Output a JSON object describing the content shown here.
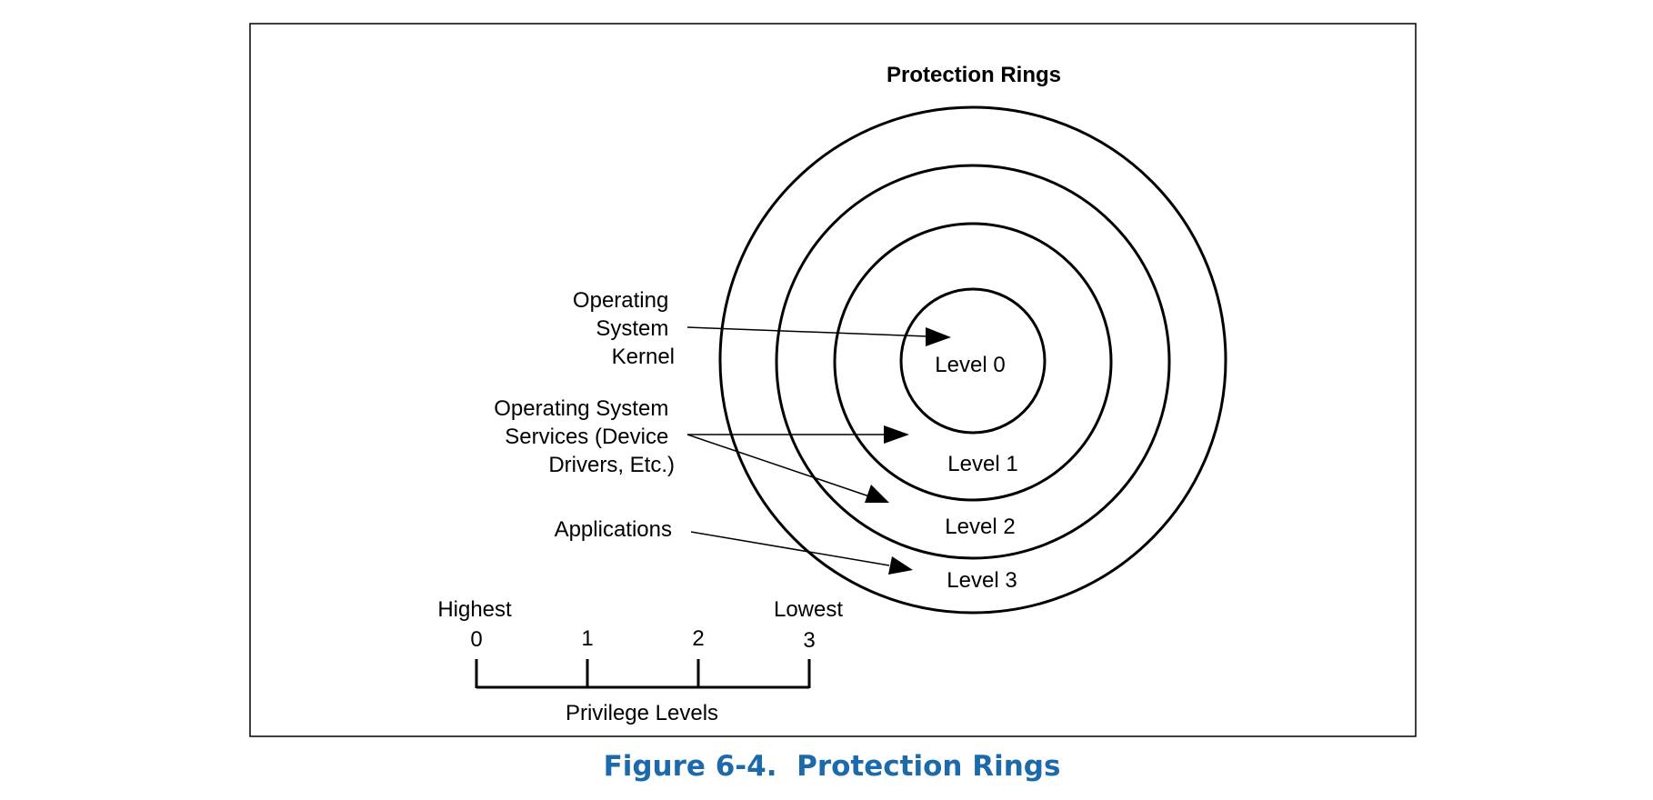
{
  "diagram": {
    "title": "Protection Rings",
    "rings": [
      {
        "label": "Level 0"
      },
      {
        "label": "Level 1"
      },
      {
        "label": "Level 2"
      },
      {
        "label": "Level 3"
      }
    ],
    "callouts": {
      "kernel": [
        "Operating",
        "System",
        "Kernel"
      ],
      "services": [
        "Operating System",
        "Services (Device",
        "Drivers, Etc.)"
      ],
      "applications": "Applications"
    },
    "scale": {
      "highest": "Highest",
      "lowest": "Lowest",
      "ticks": [
        "0",
        "1",
        "2",
        "3"
      ],
      "label": "Privilege Levels"
    }
  },
  "caption": "Figure 6-4.  Protection Rings"
}
